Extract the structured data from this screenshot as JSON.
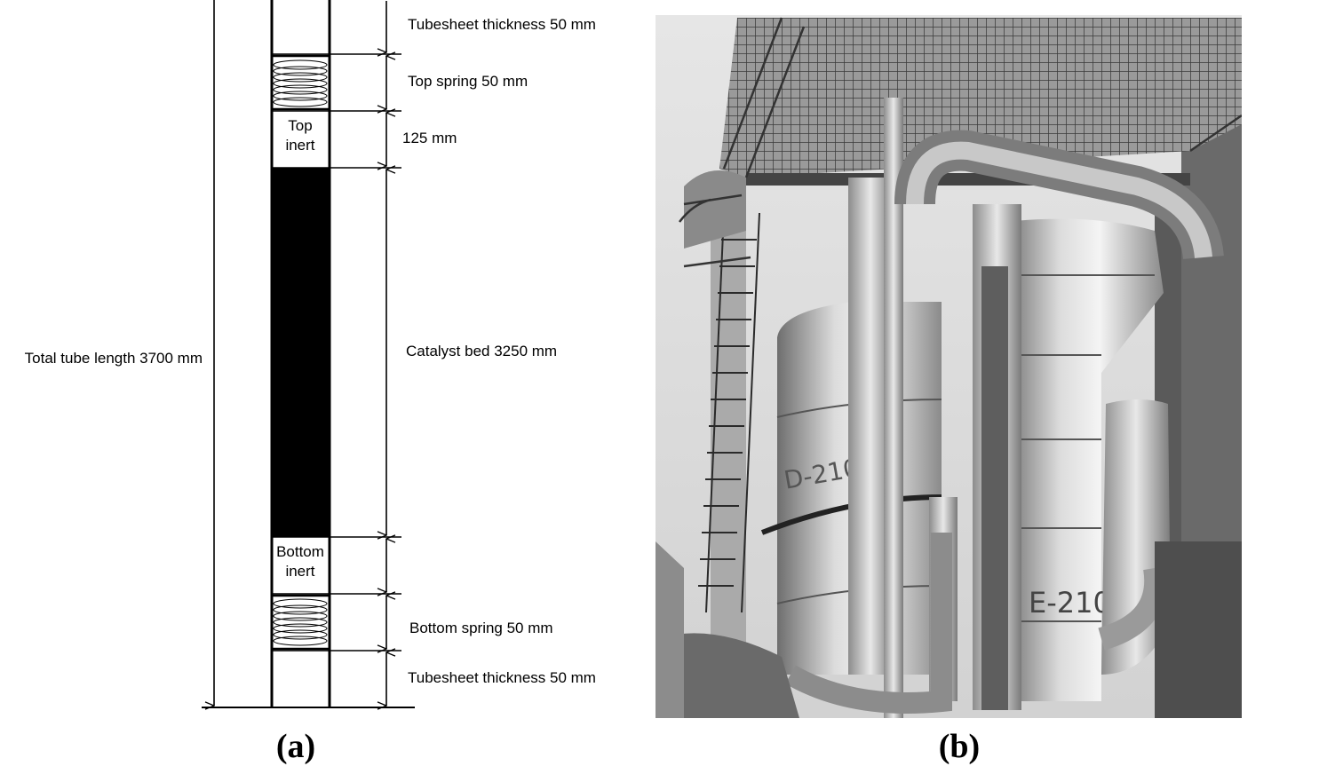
{
  "panel_a": {
    "label": "(a)",
    "total_length": "Total tube length 3700 mm",
    "dimensions": [
      "Tubesheet thickness 50 mm",
      "Top spring 50 mm",
      "125 mm",
      "Catalyst bed 3250 mm",
      "Bottom spring 50 mm",
      "Tubesheet thickness 50 mm"
    ],
    "top_inert": [
      "Top",
      "inert"
    ],
    "bottom_inert": [
      "Bottom",
      "inert"
    ]
  },
  "panel_b": {
    "label": "(b)",
    "vessel_markings": [
      "D-210",
      "E-210"
    ]
  }
}
